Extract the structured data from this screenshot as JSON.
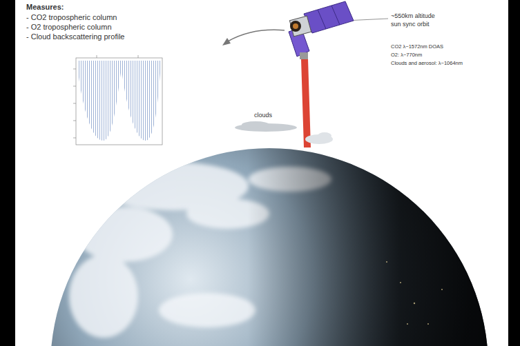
{
  "diagram": {
    "labels": [
      "Measures:",
      "- CO2 tropospheric column",
      "- O2 tropospheric column",
      "- Cloud backscattering profile",
      "~550km altitude",
      "sun sync orbit",
      "CO2 λ~1572nm DOAS",
      "O2: λ~770nm",
      "Clouds and aerosol: λ~1064nm",
      "clouds"
    ]
  }
}
